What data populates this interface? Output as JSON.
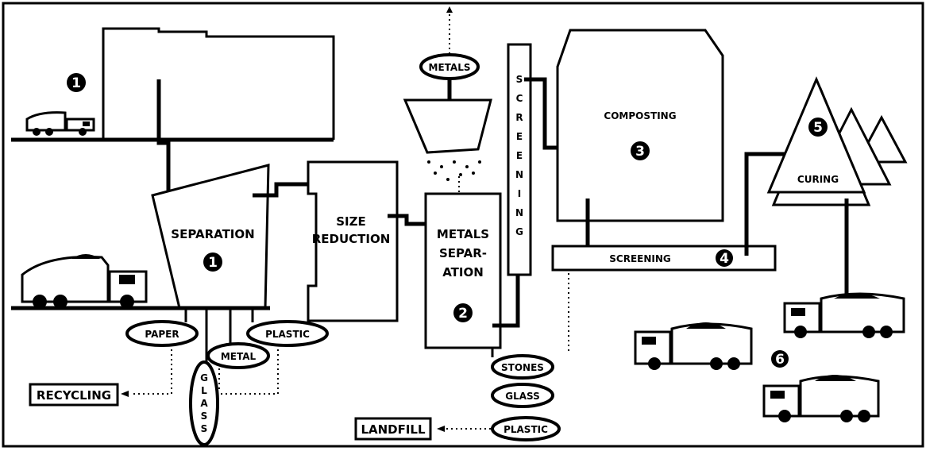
{
  "stages": {
    "separation": "SEPARATION",
    "size_reduction": [
      "SIZE",
      "REDUCTION"
    ],
    "metals_separation": [
      "METALS",
      "SEPAR-",
      "ATION"
    ],
    "screening_vertical": [
      "S",
      "C",
      "R",
      "E",
      "E",
      "N",
      "I",
      "N",
      "G"
    ],
    "composting": "COMPOSTING",
    "screening": "SCREENING",
    "curing": "CURING"
  },
  "step_numbers": {
    "facility": "1",
    "separation": "1",
    "metals_separation": "2",
    "composting": "3",
    "screening": "4",
    "curing": "5",
    "delivery": "6"
  },
  "recovered": {
    "metals_top": "METALS",
    "paper": "PAPER",
    "metal": "METAL",
    "plastic": "PLASTIC",
    "glass_vertical": [
      "G",
      "L",
      "A",
      "S",
      "S"
    ]
  },
  "rejects": {
    "stones": "STONES",
    "glass": "GLASS",
    "plastic": "PLASTIC"
  },
  "destinations": {
    "recycling": "RECYCLING",
    "landfill": "LANDFILL"
  }
}
